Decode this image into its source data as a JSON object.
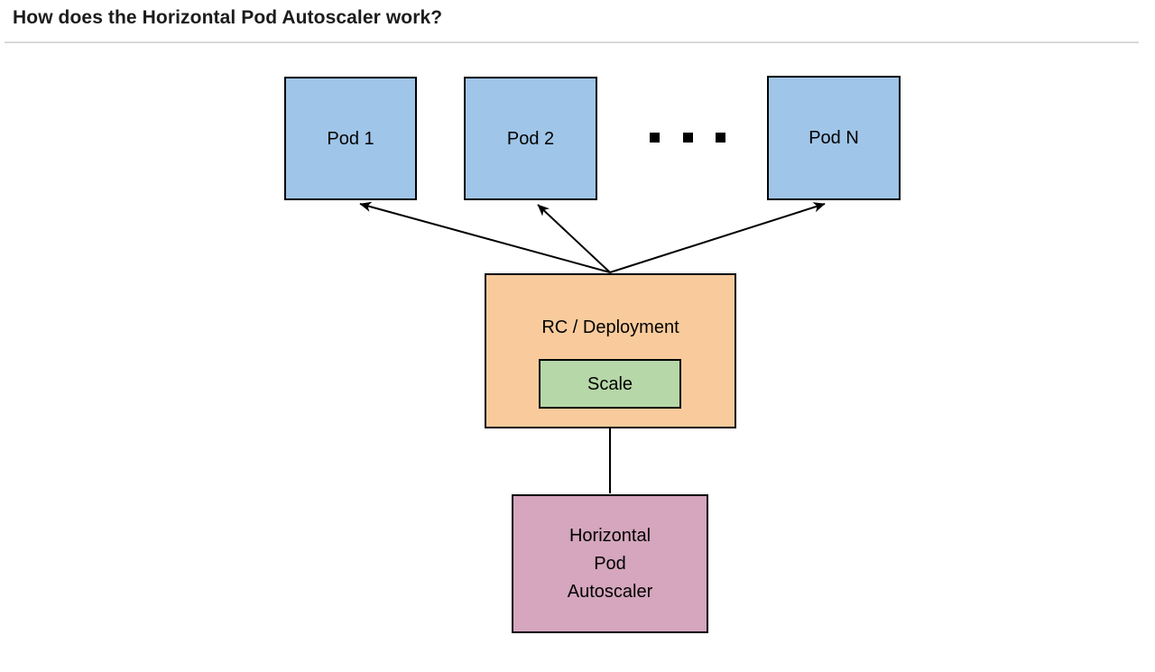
{
  "page": {
    "title": "How does the Horizontal Pod Autoscaler work?"
  },
  "diagram": {
    "pods": [
      {
        "label": "Pod 1"
      },
      {
        "label": "Pod 2"
      },
      {
        "label": "Pod N"
      }
    ],
    "pods_ellipsis_icon": "▪ ▪ ▪",
    "controller": {
      "label": "RC / Deployment",
      "scale_label": "Scale"
    },
    "autoscaler": {
      "label": "Horizontal Pod Autoscaler",
      "lines": [
        "Horizontal",
        "Pod",
        "Autoscaler"
      ]
    },
    "colors": {
      "pod_fill": "#9fc5e8",
      "controller_fill": "#f9cb9c",
      "scale_fill": "#b6d7a8",
      "autoscaler_fill": "#d5a6bd",
      "outline": "#000000",
      "arrow": "#000000",
      "divider": "#d9d9d9",
      "title_text": "#1c1c1c"
    }
  }
}
